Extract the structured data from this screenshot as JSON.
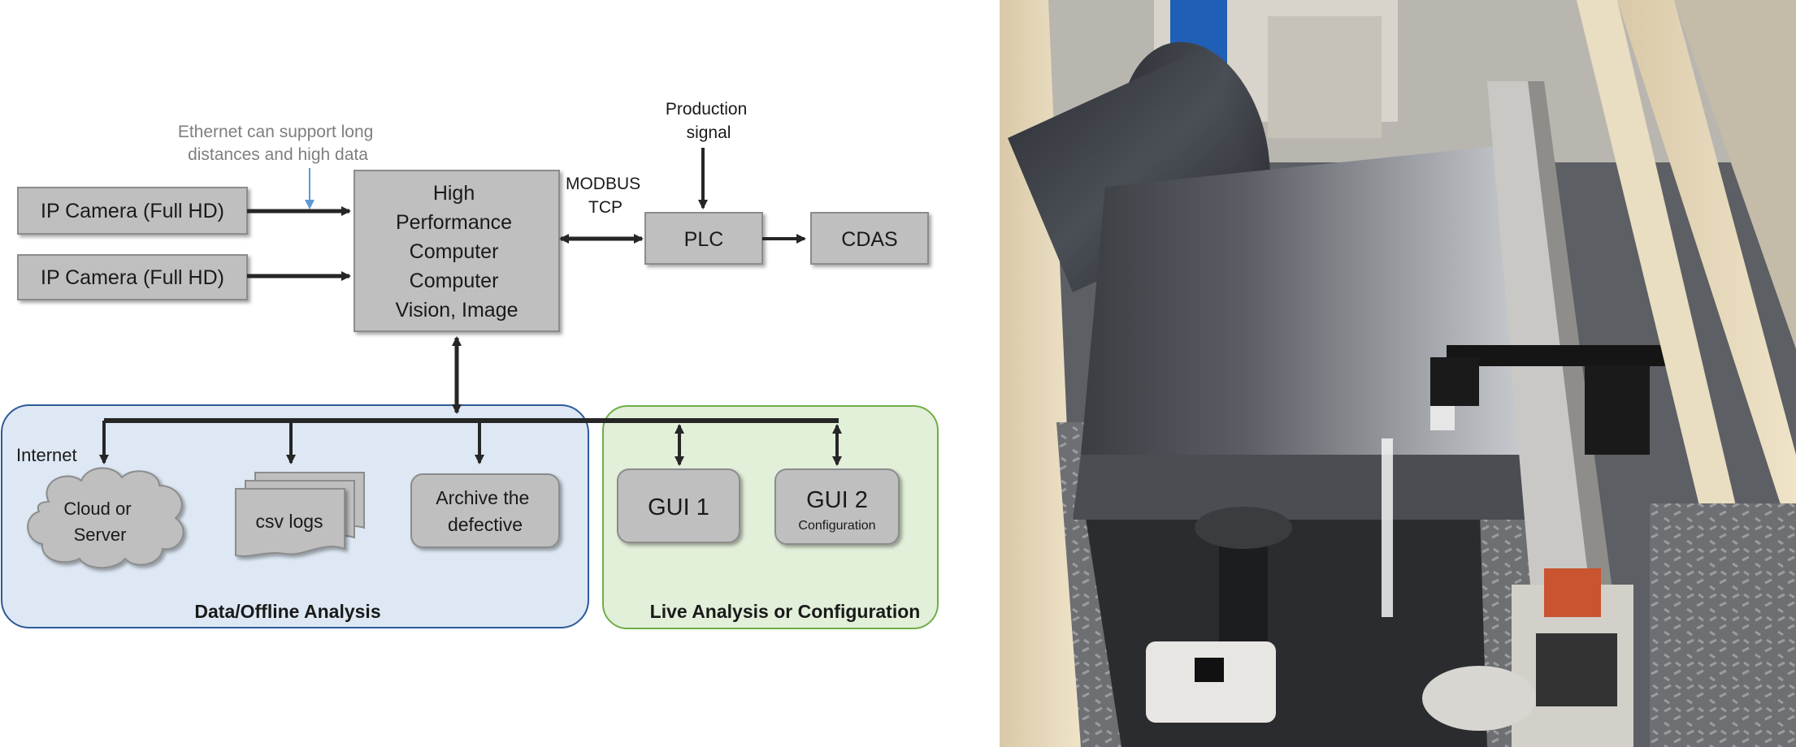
{
  "diagram": {
    "annotation": [
      "Ethernet can support long",
      "distances and high data"
    ],
    "cameras": [
      "IP Camera (Full HD)",
      "IP Camera (Full HD)"
    ],
    "hpc": [
      "High",
      "Performance",
      "Computer",
      "Computer",
      "Vision, Image"
    ],
    "modbus": [
      "MODBUS",
      "TCP"
    ],
    "production_signal": [
      "Production",
      "signal"
    ],
    "plc": "PLC",
    "cdas": "CDAS",
    "internet": "Internet",
    "cloud": [
      "Cloud or",
      "Server"
    ],
    "csv_logs": "csv logs",
    "archive": [
      "Archive the",
      "defective"
    ],
    "gui1": "GUI 1",
    "gui2": "GUI 2",
    "gui2_sub": "Configuration",
    "data_panel_label": "Data/Offline Analysis",
    "live_panel_label": "Live Analysis or Configuration"
  },
  "colors": {
    "box_fill": "#bfbfbf",
    "box_stroke": "#8c8c8c",
    "arrow": "#262626",
    "annotation_arrow": "#5b9bd5",
    "annotation_text": "#7f7f7f",
    "data_panel_fill": "#dde8f4",
    "data_panel_stroke": "#2e5a9a",
    "live_panel_fill": "#e2efd9",
    "live_panel_stroke": "#70ad47"
  },
  "photo": {
    "subject": "industrial roller line with metal sheet and mounted camera"
  }
}
